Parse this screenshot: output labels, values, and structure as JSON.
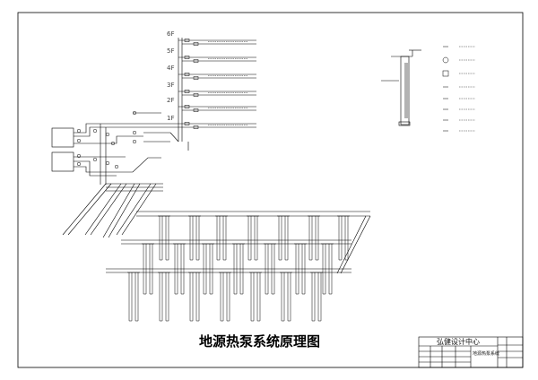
{
  "drawing": {
    "title": "地源热泵系统原理图",
    "floors": [
      "6F",
      "5F",
      "4F",
      "3F",
      "2F",
      "1F"
    ],
    "title_block": {
      "company": "弘健设计中心",
      "drawing_name": "地源热泵系统"
    },
    "colors": {
      "line": "#000000",
      "pipe": "#1a1a1a",
      "background": "#ffffff"
    }
  }
}
